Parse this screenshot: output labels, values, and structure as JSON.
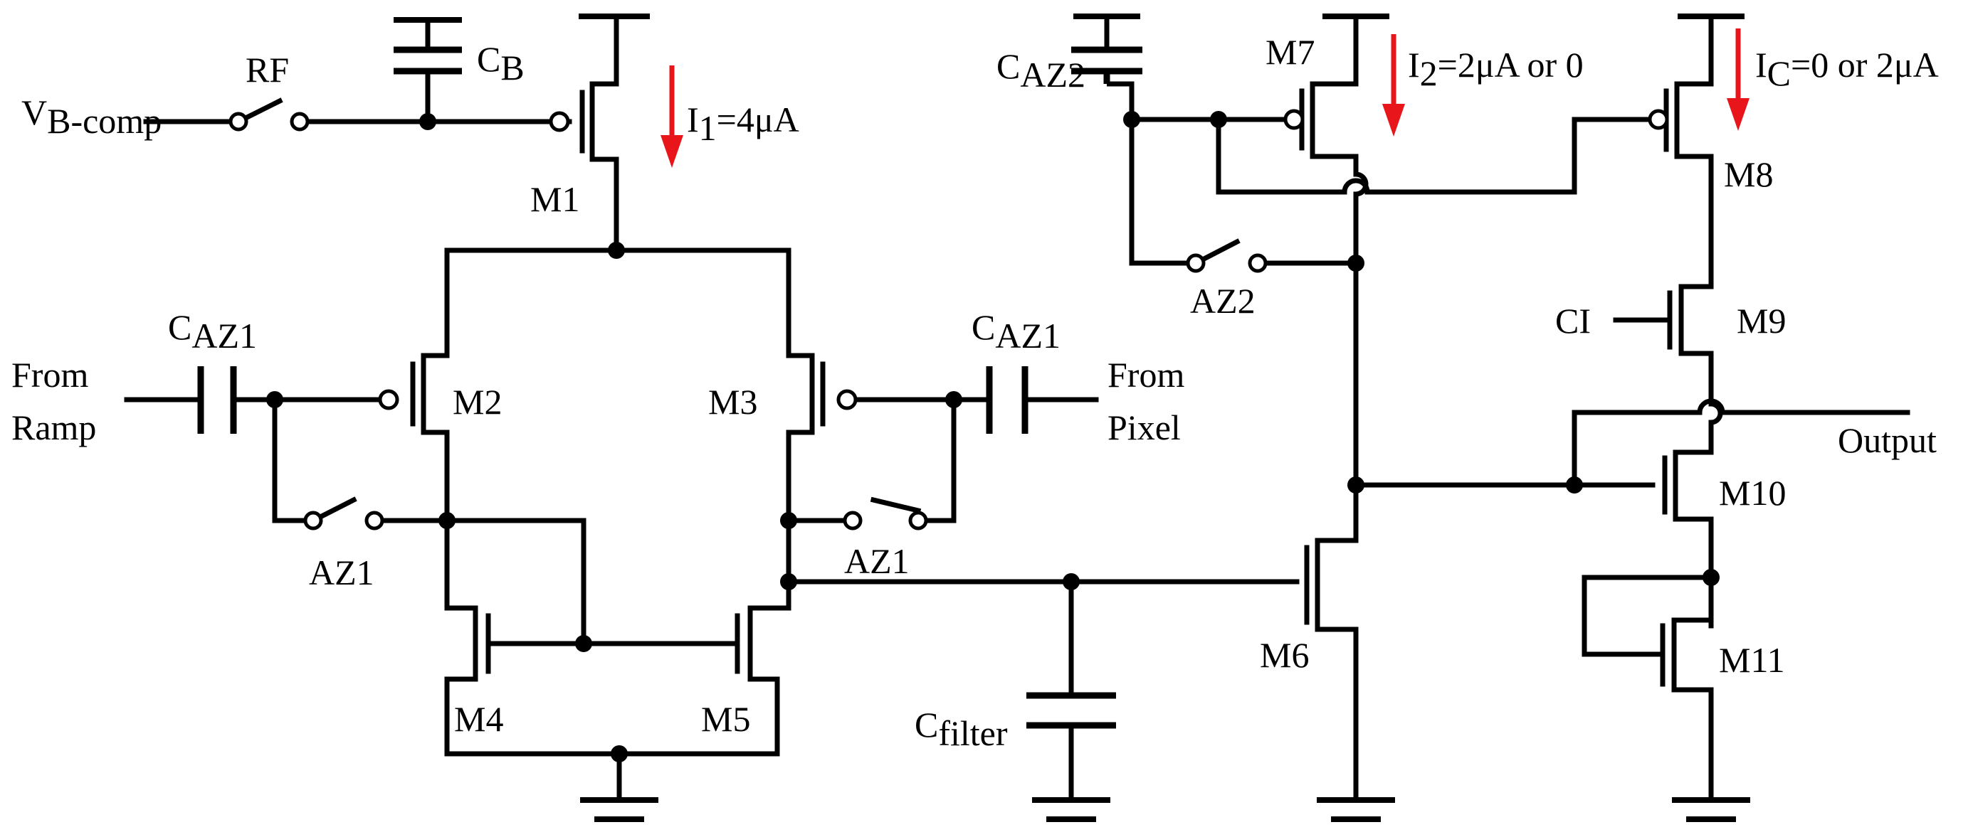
{
  "colors": {
    "wire": "#000000",
    "current_arrow": "#e8161b",
    "background": "#ffffff"
  },
  "labels": {
    "vb_comp_v": "V",
    "vb_comp_sub": "B-comp",
    "rf": "RF",
    "cb_c": "C",
    "cb_sub": "B",
    "m1": "M1",
    "i1_i": "I",
    "i1_sub": "1",
    "i1_val": "=4μA",
    "cz1_left_c": "C",
    "cz1_left_sub": "AZ1",
    "from_ramp_1": "From",
    "from_ramp_2": "Ramp",
    "m2": "M2",
    "az1_left": "AZ1",
    "m3": "M3",
    "cz1_right_c": "C",
    "cz1_right_sub": "AZ1",
    "from_pixel_1": "From",
    "from_pixel_2": "Pixel",
    "az1_right": "AZ1",
    "m4": "M4",
    "m5": "M5",
    "cfilter_c": "C",
    "cfilter_sub": "filter",
    "caz2_c": "C",
    "caz2_sub": "AZ2",
    "m7": "M7",
    "i2_i": "I",
    "i2_sub": "2",
    "i2_val": "=2μA or 0",
    "az2": "AZ2",
    "m6": "M6",
    "ic_i": "I",
    "ic_sub": "C",
    "ic_val": "=0 or 2μA",
    "m8": "M8",
    "ci": "CI",
    "m9": "M9",
    "output": "Output",
    "m10": "M10",
    "m11": "M11"
  }
}
